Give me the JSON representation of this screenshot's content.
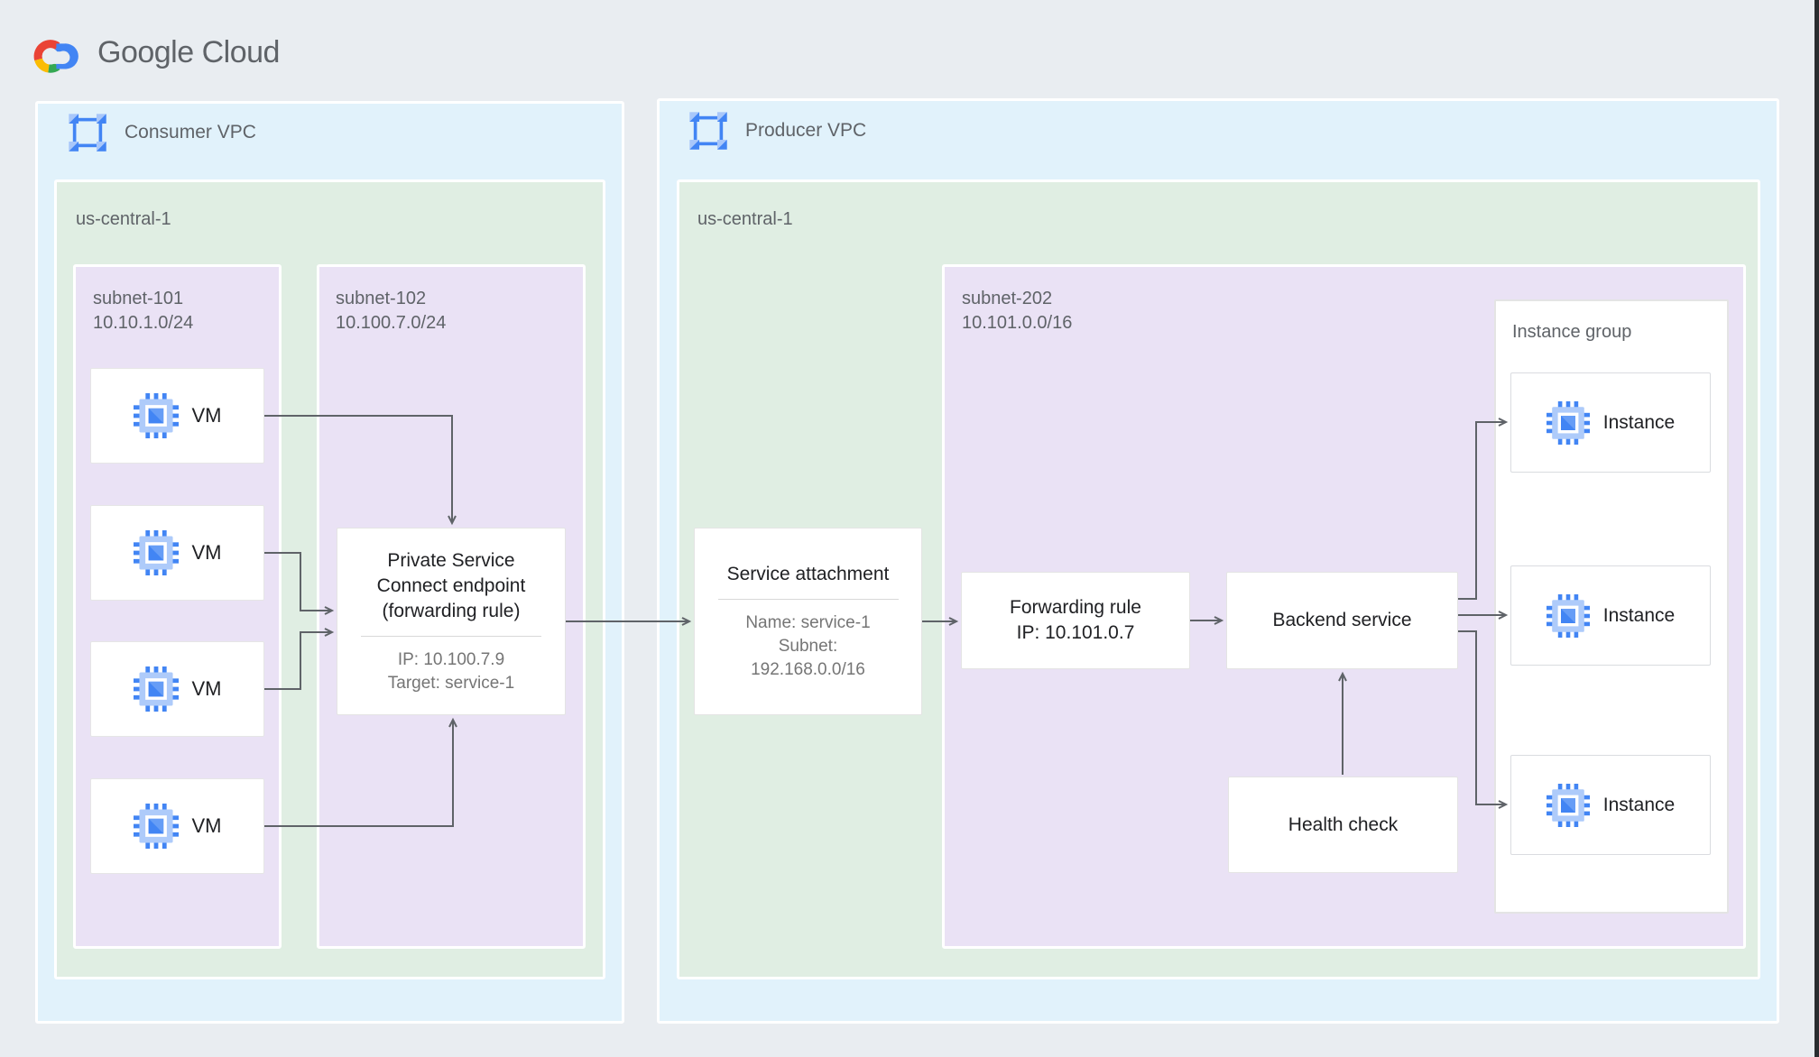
{
  "logo": {
    "text": "Google Cloud"
  },
  "consumer_vpc": {
    "label": "Consumer VPC",
    "region": {
      "label": "us-central-1",
      "subnet_101": {
        "name": "subnet-101",
        "cidr": "10.10.1.0/24",
        "vms": [
          {
            "label": "VM"
          },
          {
            "label": "VM"
          },
          {
            "label": "VM"
          },
          {
            "label": "VM"
          }
        ]
      },
      "subnet_102": {
        "name": "subnet-102",
        "cidr": "10.100.7.0/24",
        "psc_endpoint": {
          "title": "Private Service Connect endpoint (forwarding rule)",
          "details": "IP: 10.100.7.9\nTarget: service-1"
        }
      }
    }
  },
  "producer_vpc": {
    "label": "Producer VPC",
    "region": {
      "label": "us-central-1",
      "service_attachment": {
        "title": "Service attachment",
        "details": "Name: service-1\nSubnet:\n192.168.0.0/16"
      },
      "subnet_202": {
        "name": "subnet-202",
        "cidr": "10.101.0.0/16",
        "forwarding_rule": {
          "title": "Forwarding rule",
          "ip": "IP: 10.101.0.7"
        },
        "backend_service": {
          "label": "Backend service"
        },
        "health_check": {
          "label": "Health check"
        },
        "instance_group": {
          "label": "Instance group",
          "instances": [
            {
              "label": "Instance"
            },
            {
              "label": "Instance"
            },
            {
              "label": "Instance"
            }
          ]
        }
      }
    }
  },
  "icons": {
    "vpc_icon": "vpc-network-icon",
    "vm_icon": "compute-engine-chip-icon",
    "logo_icon": "google-cloud-logo-icon"
  },
  "colors": {
    "page_bg": "#E9EDF1",
    "vpc_bg": "#E1F2FB",
    "region_bg": "#E0EEE3",
    "subnet_bg": "#EAE2F5",
    "node_bg": "#FFFFFF",
    "arrow": "#5F6368",
    "title_text": "#202124",
    "muted_text": "#5F6368",
    "detail_text": "#757575",
    "icon_blue": "#4285F4",
    "icon_light_blue": "#AECBFA",
    "logo_red": "#EA4335",
    "logo_yellow": "#FBBC04",
    "logo_green": "#34A853",
    "logo_blue": "#4285F4"
  }
}
